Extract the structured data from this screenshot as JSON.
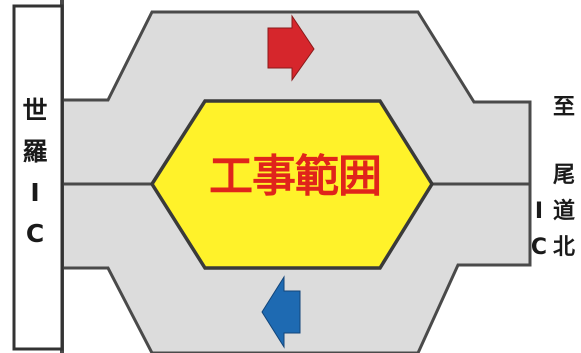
{
  "left_interchange": {
    "chars": [
      "世",
      "羅",
      "I",
      "C"
    ]
  },
  "construction_zone": {
    "label": "工事範囲"
  },
  "right_destination": {
    "col_a": [
      "至"
    ],
    "col_b": [
      "尾",
      "道",
      "北"
    ],
    "col_c": [
      "I",
      "C"
    ]
  },
  "colors": {
    "road_fill": "#dcdcdc",
    "road_edge": "#4a4a4a",
    "zone_fill": "#fff22a",
    "zone_edge": "#3a3a3a",
    "zone_text": "#e0241b",
    "arrow_upper": "#d6262c",
    "arrow_lower": "#1e6ab2"
  },
  "arrows": [
    {
      "name": "upper-lane-direction-arrow",
      "direction": "right"
    },
    {
      "name": "lower-lane-direction-arrow",
      "direction": "left"
    }
  ]
}
